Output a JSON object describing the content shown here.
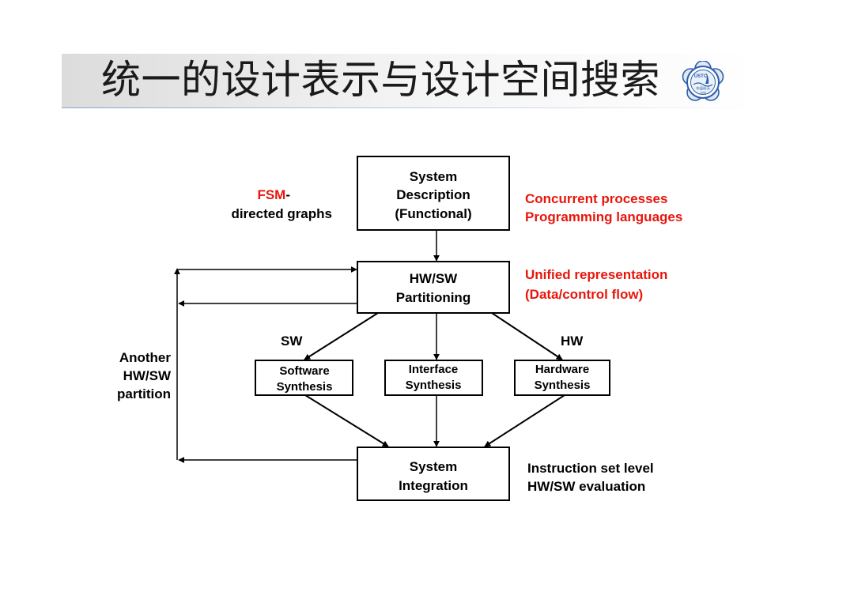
{
  "slide": {
    "title": "统一的设计表示与设计空间搜索",
    "logo": {
      "text_top": "USTC",
      "text_chinese": "中国科大",
      "year": "1958"
    }
  },
  "nodes": {
    "system_description": [
      "System",
      "Description",
      "(Functional)"
    ],
    "partitioning": [
      "HW/SW",
      "Partitioning"
    ],
    "software_synthesis": [
      "Software",
      "Synthesis"
    ],
    "interface_synthesis": [
      "Interface",
      "Synthesis"
    ],
    "hardware_synthesis": [
      "Hardware",
      "Synthesis"
    ],
    "system_integration": [
      "System",
      "Integration"
    ]
  },
  "annotations": {
    "fsm_red": "FSM",
    "fsm_dash": "-",
    "directed_graphs": "directed graphs",
    "concurrent_processes": "Concurrent processes",
    "programming_languages": "Programming languages",
    "unified_representation": "Unified representation",
    "data_control_flow": "(Data/control flow)",
    "sw": "SW",
    "hw": "HW",
    "another": "Another",
    "hwsw": "HW/SW",
    "partition": "partition",
    "instruction_set_level": "Instruction set level",
    "hwsw_evaluation": "HW/SW evaluation"
  },
  "colors": {
    "highlight": "#e8160c",
    "box_stroke": "#000000",
    "seal_blue": "#2c5fa8"
  }
}
